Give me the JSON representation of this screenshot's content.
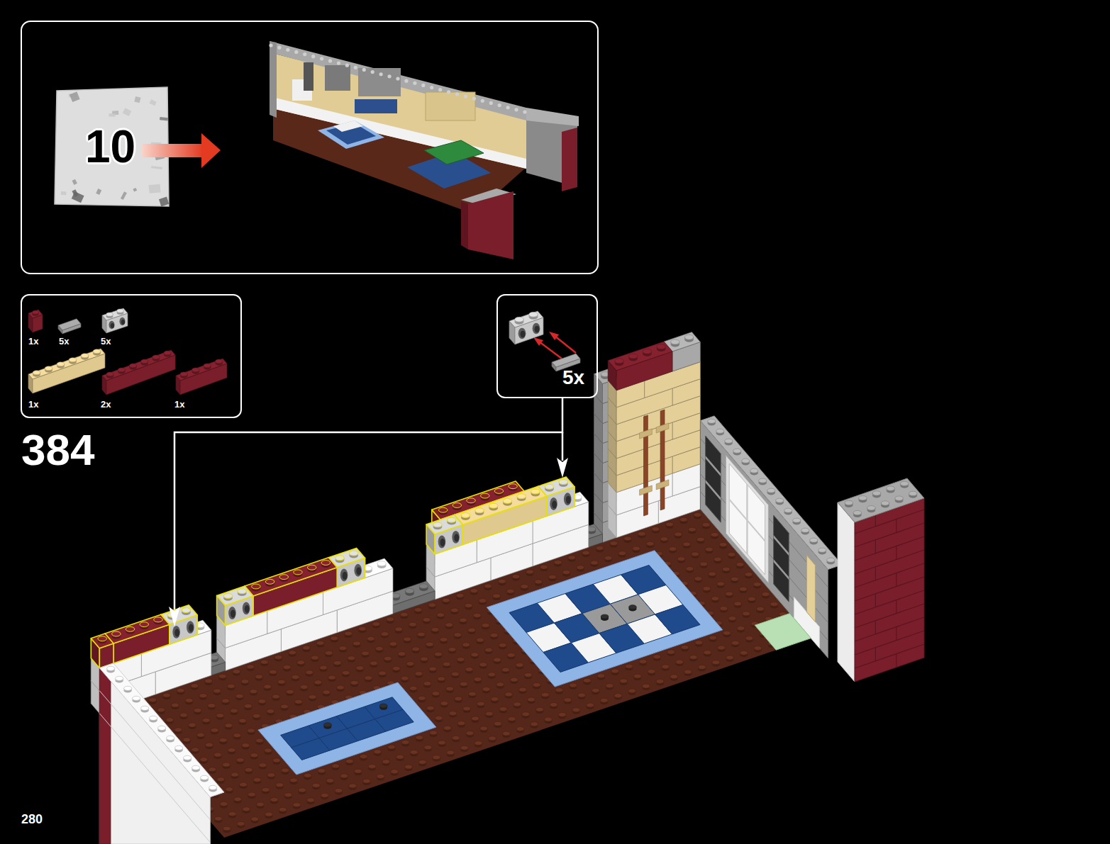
{
  "diagram": {
    "nodes": [
      {
        "text": [
          "10"
        ]
      },
      {
        "text": [
          "1x",
          "5x",
          "5x",
          "1x",
          "2x",
          "1x"
        ]
      },
      {
        "text": [
          "5x"
        ]
      }
    ],
    "labels": [
      "384",
      "280"
    ]
  }
}
